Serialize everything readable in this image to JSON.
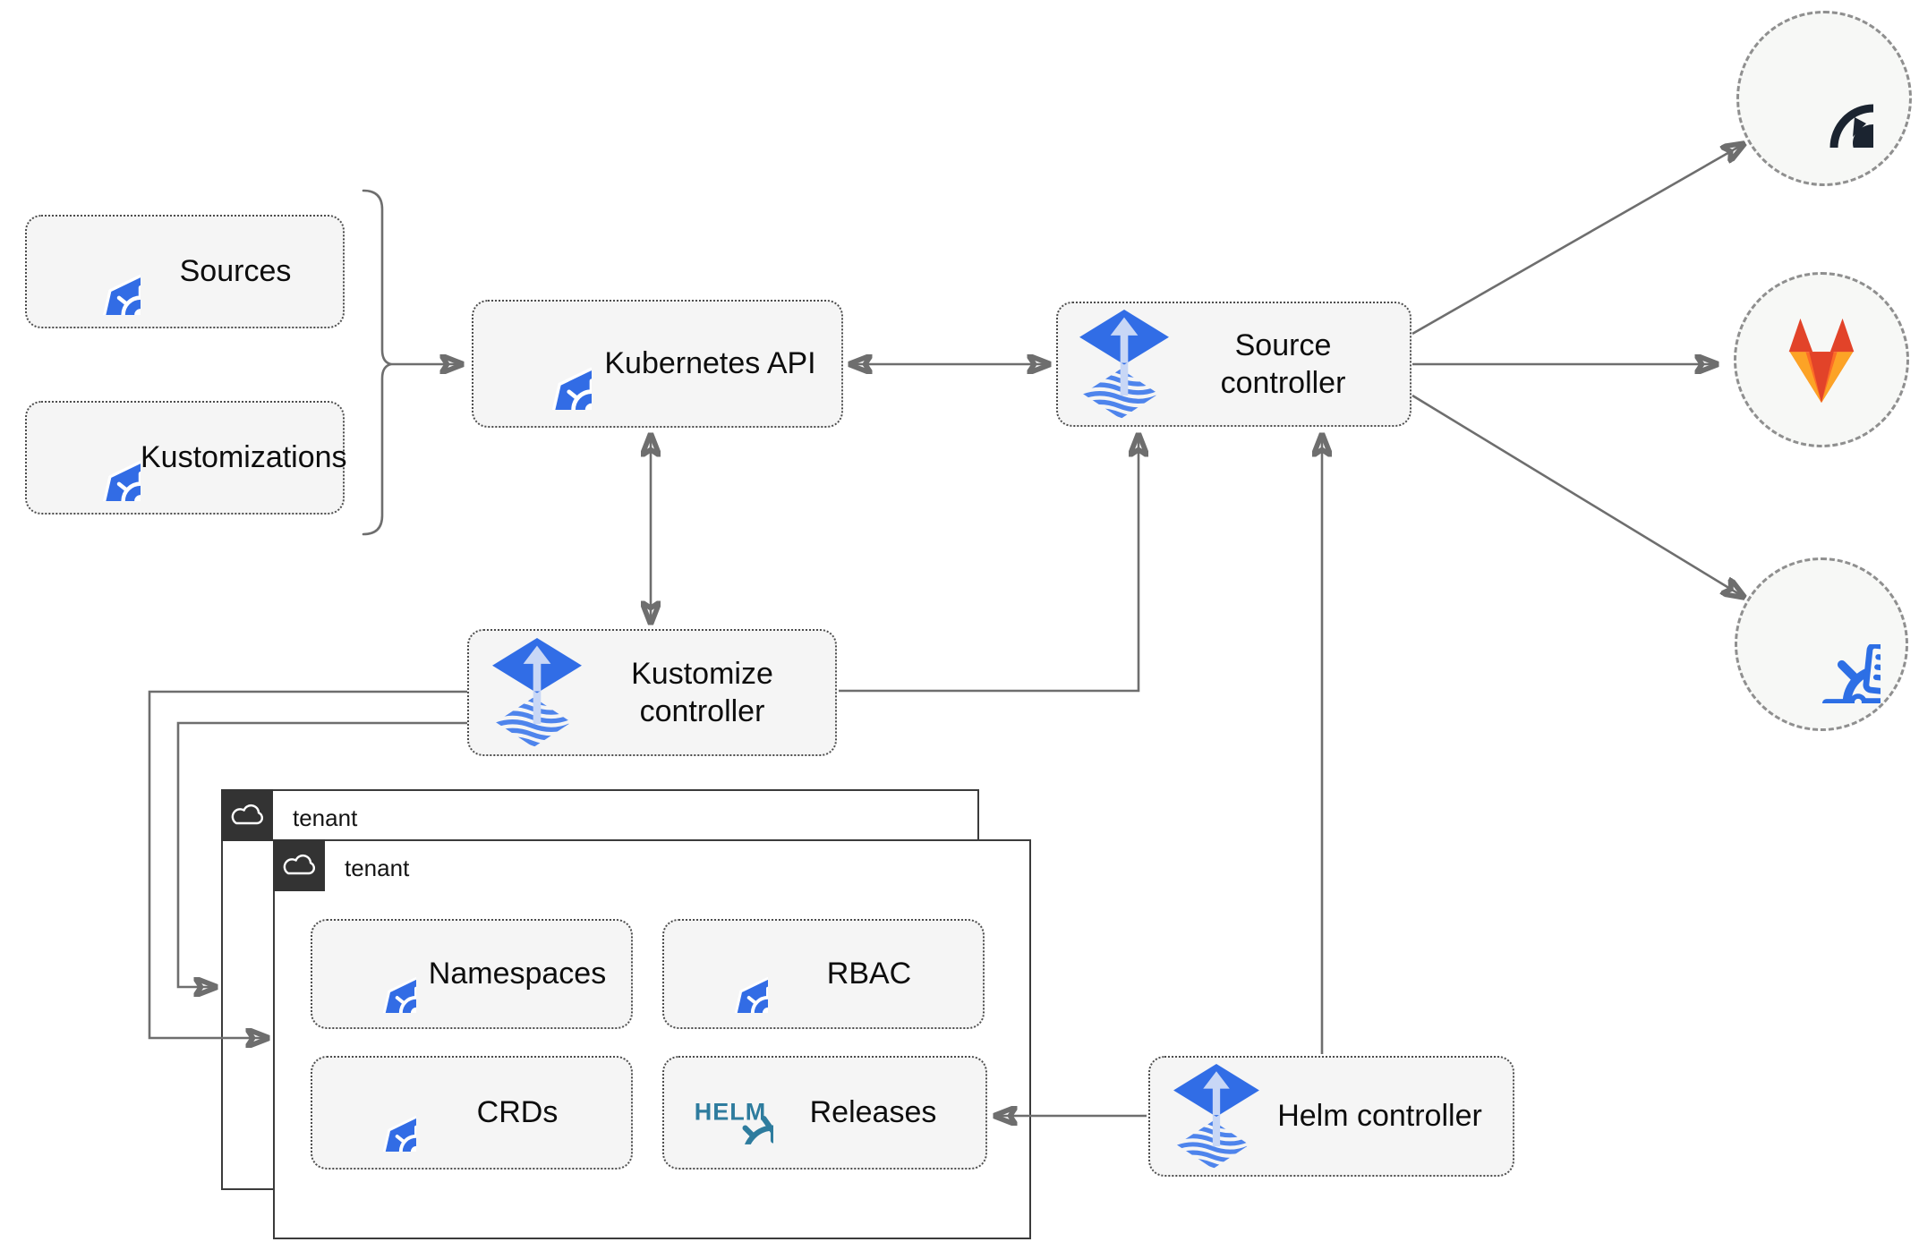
{
  "diagram": {
    "title_hint": "Flux GitOps architecture diagram",
    "nodes": {
      "sources": {
        "label": "Sources"
      },
      "kustomizations": {
        "label": "Kustomizations"
      },
      "kubernetes_api": {
        "label": "Kubernetes API"
      },
      "source_controller": {
        "label": "Source controller"
      },
      "kustomize_controller": {
        "label": "Kustomize controller"
      },
      "helm_controller": {
        "label": "Helm controller"
      },
      "namespaces": {
        "label": "Namespaces"
      },
      "rbac": {
        "label": "RBAC"
      },
      "crds": {
        "label": "CRDs"
      },
      "releases": {
        "label": "Releases"
      }
    },
    "tenants": {
      "back": {
        "label": "tenant"
      },
      "front": {
        "label": "tenant"
      }
    },
    "logos": {
      "helm_text": "HELM"
    },
    "icons": [
      "kubernetes-icon",
      "flux-icon",
      "helm-icon",
      "github-icon",
      "gitlab-icon",
      "bucket-icon",
      "cloud-icon"
    ],
    "colors": {
      "kubernetes_blue": "#326CE5",
      "flux_blue": "#316DE6",
      "flux_light": "#C8D7F6",
      "helm_teal": "#2E7C9E",
      "github_dark": "#1B2430",
      "gitlab_red": "#E24329",
      "gitlab_orange": "#FC6D26",
      "gitlab_yellow": "#FCA326",
      "bucket_blue": "#2D6FE5",
      "connector_gray": "#6E6E6E",
      "node_fill": "#F5F5F5",
      "tenant_header": "#333333"
    }
  }
}
